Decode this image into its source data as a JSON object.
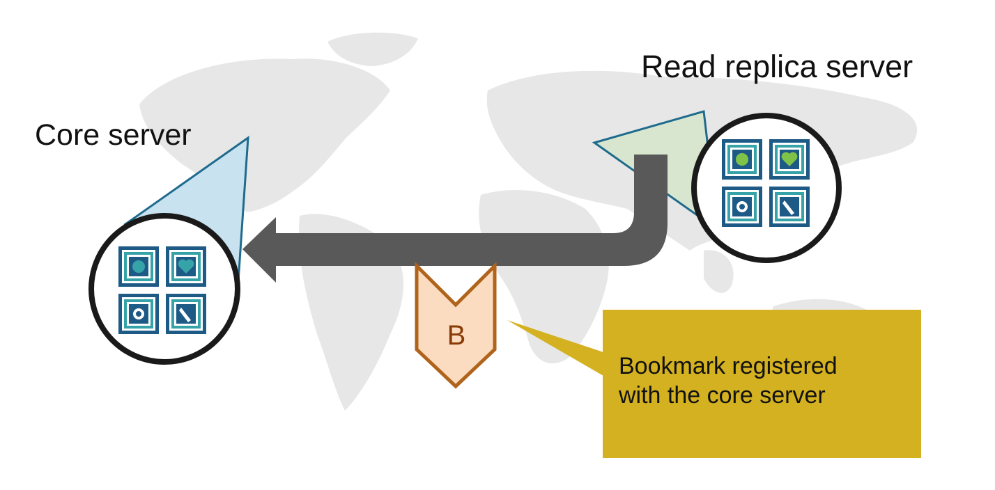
{
  "labels": {
    "core_server": "Core server",
    "replica_server": "Read replica server"
  },
  "bookmark": {
    "letter": "B"
  },
  "callout": {
    "line1": "Bookmark registered",
    "line2": "with the core server"
  },
  "colors": {
    "map": "#e6e6e6",
    "core_wedge": "#c9e2ef",
    "replica_wedge": "#d9e6cf",
    "arrow": "#595959",
    "callout": "#d4b120",
    "bookmark_fill": "#fbdcc0",
    "bookmark_stroke": "#b0631b",
    "tile_border": "#1d5a86",
    "tile_inner": "#36a3a8"
  },
  "icons": [
    "face-icon",
    "heart-icon",
    "gear-icon",
    "wrench-icon"
  ]
}
